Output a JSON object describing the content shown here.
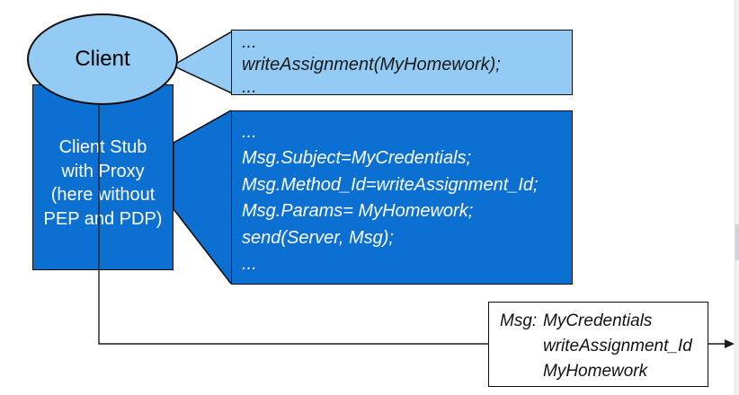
{
  "diagram": {
    "client_node": {
      "label": "Client"
    },
    "client_stub_node": {
      "lines": [
        "Client Stub",
        "with Proxy",
        "(here without",
        "PEP and PDP)"
      ]
    },
    "client_code_callout": {
      "lines": [
        "...",
        "writeAssignment(MyHomework);",
        "..."
      ]
    },
    "stub_code_callout": {
      "lines": [
        "...",
        "Msg.Subject=MyCredentials;",
        "Msg.Method_Id=writeAssignment_Id;",
        "Msg.Params= MyHomework;",
        "send(Server, Msg);",
        "..."
      ]
    },
    "message_box": {
      "label": "Msg:",
      "values": [
        "MyCredentials",
        "writeAssignment_Id",
        "MyHomework"
      ]
    },
    "colors": {
      "light_blue": "#94cbf5",
      "dark_blue": "#0b70d2",
      "ink": "#0d0d0d"
    }
  }
}
